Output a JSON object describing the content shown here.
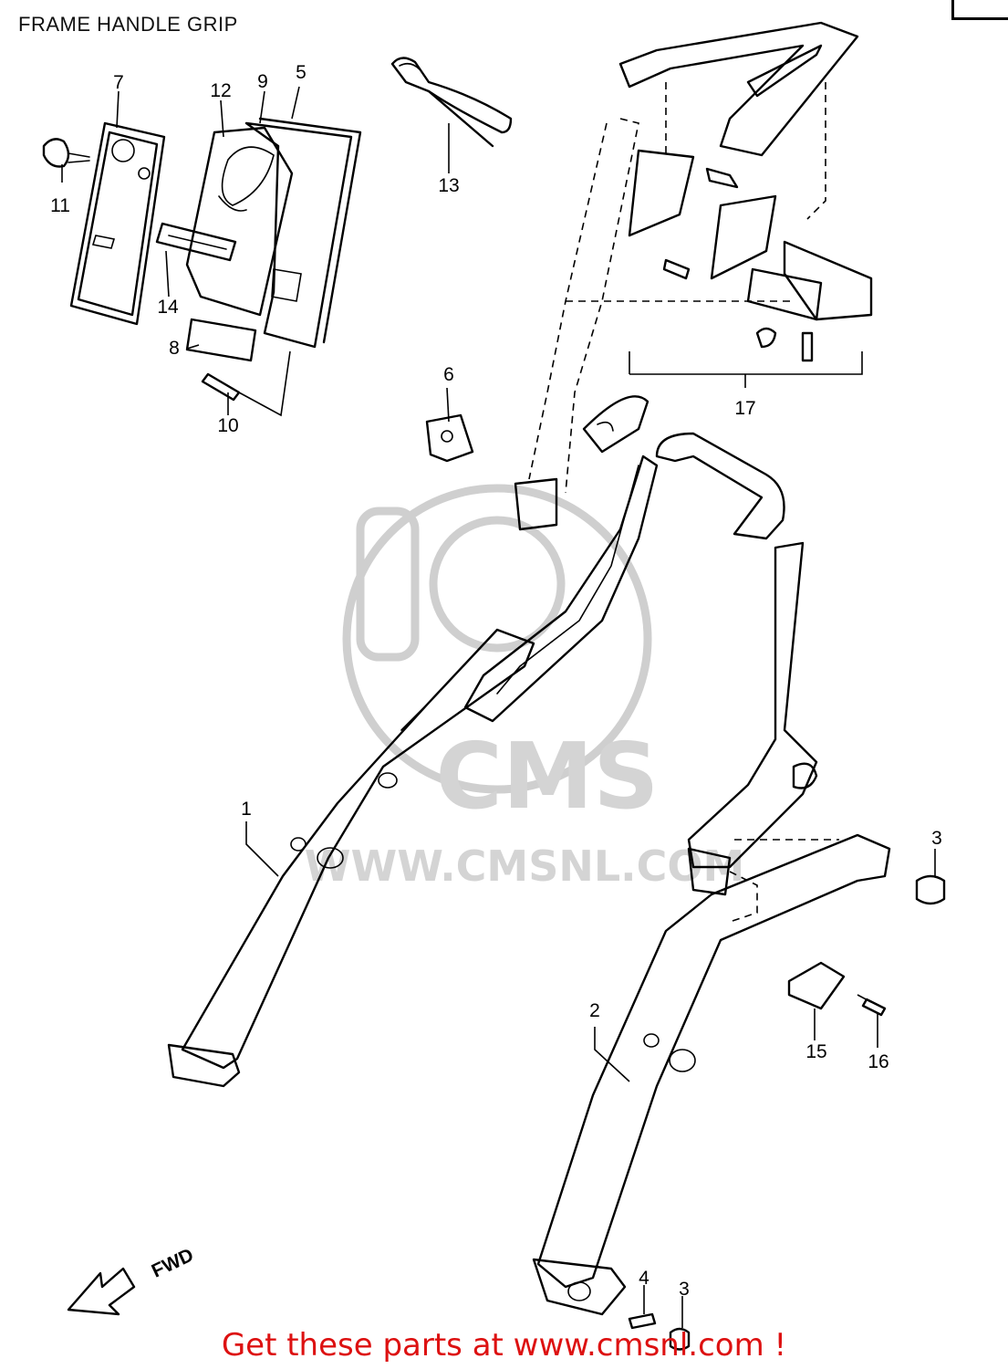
{
  "title": "FRAME HANDLE GRIP",
  "footer": "Get these parts at www.cmsnl.com !",
  "direction_label": "FWD",
  "watermark": {
    "brand": "CMS",
    "url": "WWW.CMSNL.COM"
  },
  "callouts": [
    "1",
    "2",
    "3",
    "3",
    "4",
    "5",
    "6",
    "7",
    "8",
    "9",
    "10",
    "11",
    "12",
    "13",
    "14",
    "15",
    "16",
    "17"
  ],
  "colors": {
    "footer": "#dd1111",
    "line": "#000000",
    "watermark": "#d4d4d4"
  }
}
